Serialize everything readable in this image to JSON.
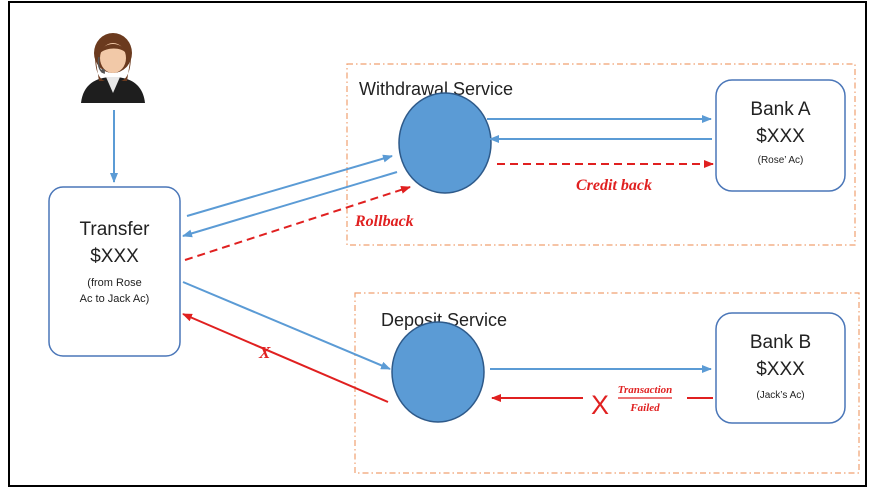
{
  "colors": {
    "frame": "#000000",
    "box_border": "#4a76b8",
    "service_border": "#f0a070",
    "node_fill": "#5b9bd5",
    "node_stroke": "#2e5a8a",
    "arrow_blue": "#5b9bd5",
    "arrow_red": "#e02020"
  },
  "transfer": {
    "title": "Transfer",
    "amount": "$XXX",
    "note_line1": "(from Rose",
    "note_line2": "Ac to Jack Ac)"
  },
  "withdrawal": {
    "title": "Withdrawal Service"
  },
  "deposit": {
    "title": "Deposit Service"
  },
  "bank_a": {
    "title": "Bank A",
    "amount": "$XXX",
    "note": "(Rose’ Ac)"
  },
  "bank_b": {
    "title": "Bank B",
    "amount": "$XXX",
    "note": "(Jack’s Ac)"
  },
  "labels": {
    "rollback": "Rollback",
    "credit_back": "Credit back",
    "x_mark": "X",
    "x_big": "X",
    "transaction": "Transaction",
    "failed": "Failed"
  },
  "icons": {
    "user": "user-icon"
  }
}
